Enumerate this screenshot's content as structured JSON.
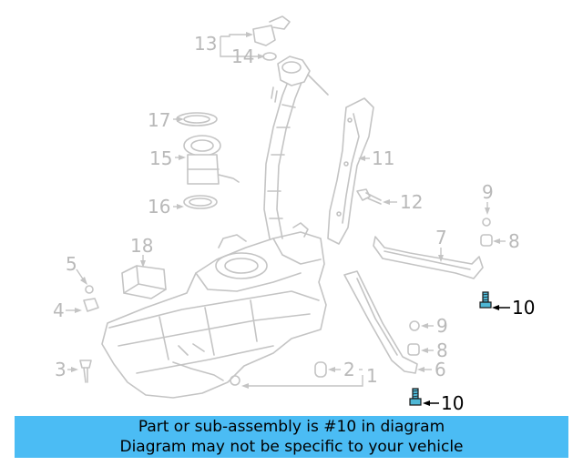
{
  "callouts": {
    "c1": "1",
    "c2": "2",
    "c3": "3",
    "c4": "4",
    "c5": "5",
    "c6": "6",
    "c7": "7",
    "c8a": "8",
    "c8b": "8",
    "c9a": "9",
    "c9b": "9",
    "c10a": "10",
    "c10b": "10",
    "c11": "11",
    "c12": "12",
    "c13": "13",
    "c14": "14",
    "c15": "15",
    "c16": "16",
    "c17": "17",
    "c18": "18"
  },
  "highlight_color": "#4fb8d6",
  "banner": {
    "line1": "Part or sub-assembly is #10 in diagram",
    "line2": "Diagram may not be specific to your vehicle",
    "background": "#4bbcf4"
  }
}
